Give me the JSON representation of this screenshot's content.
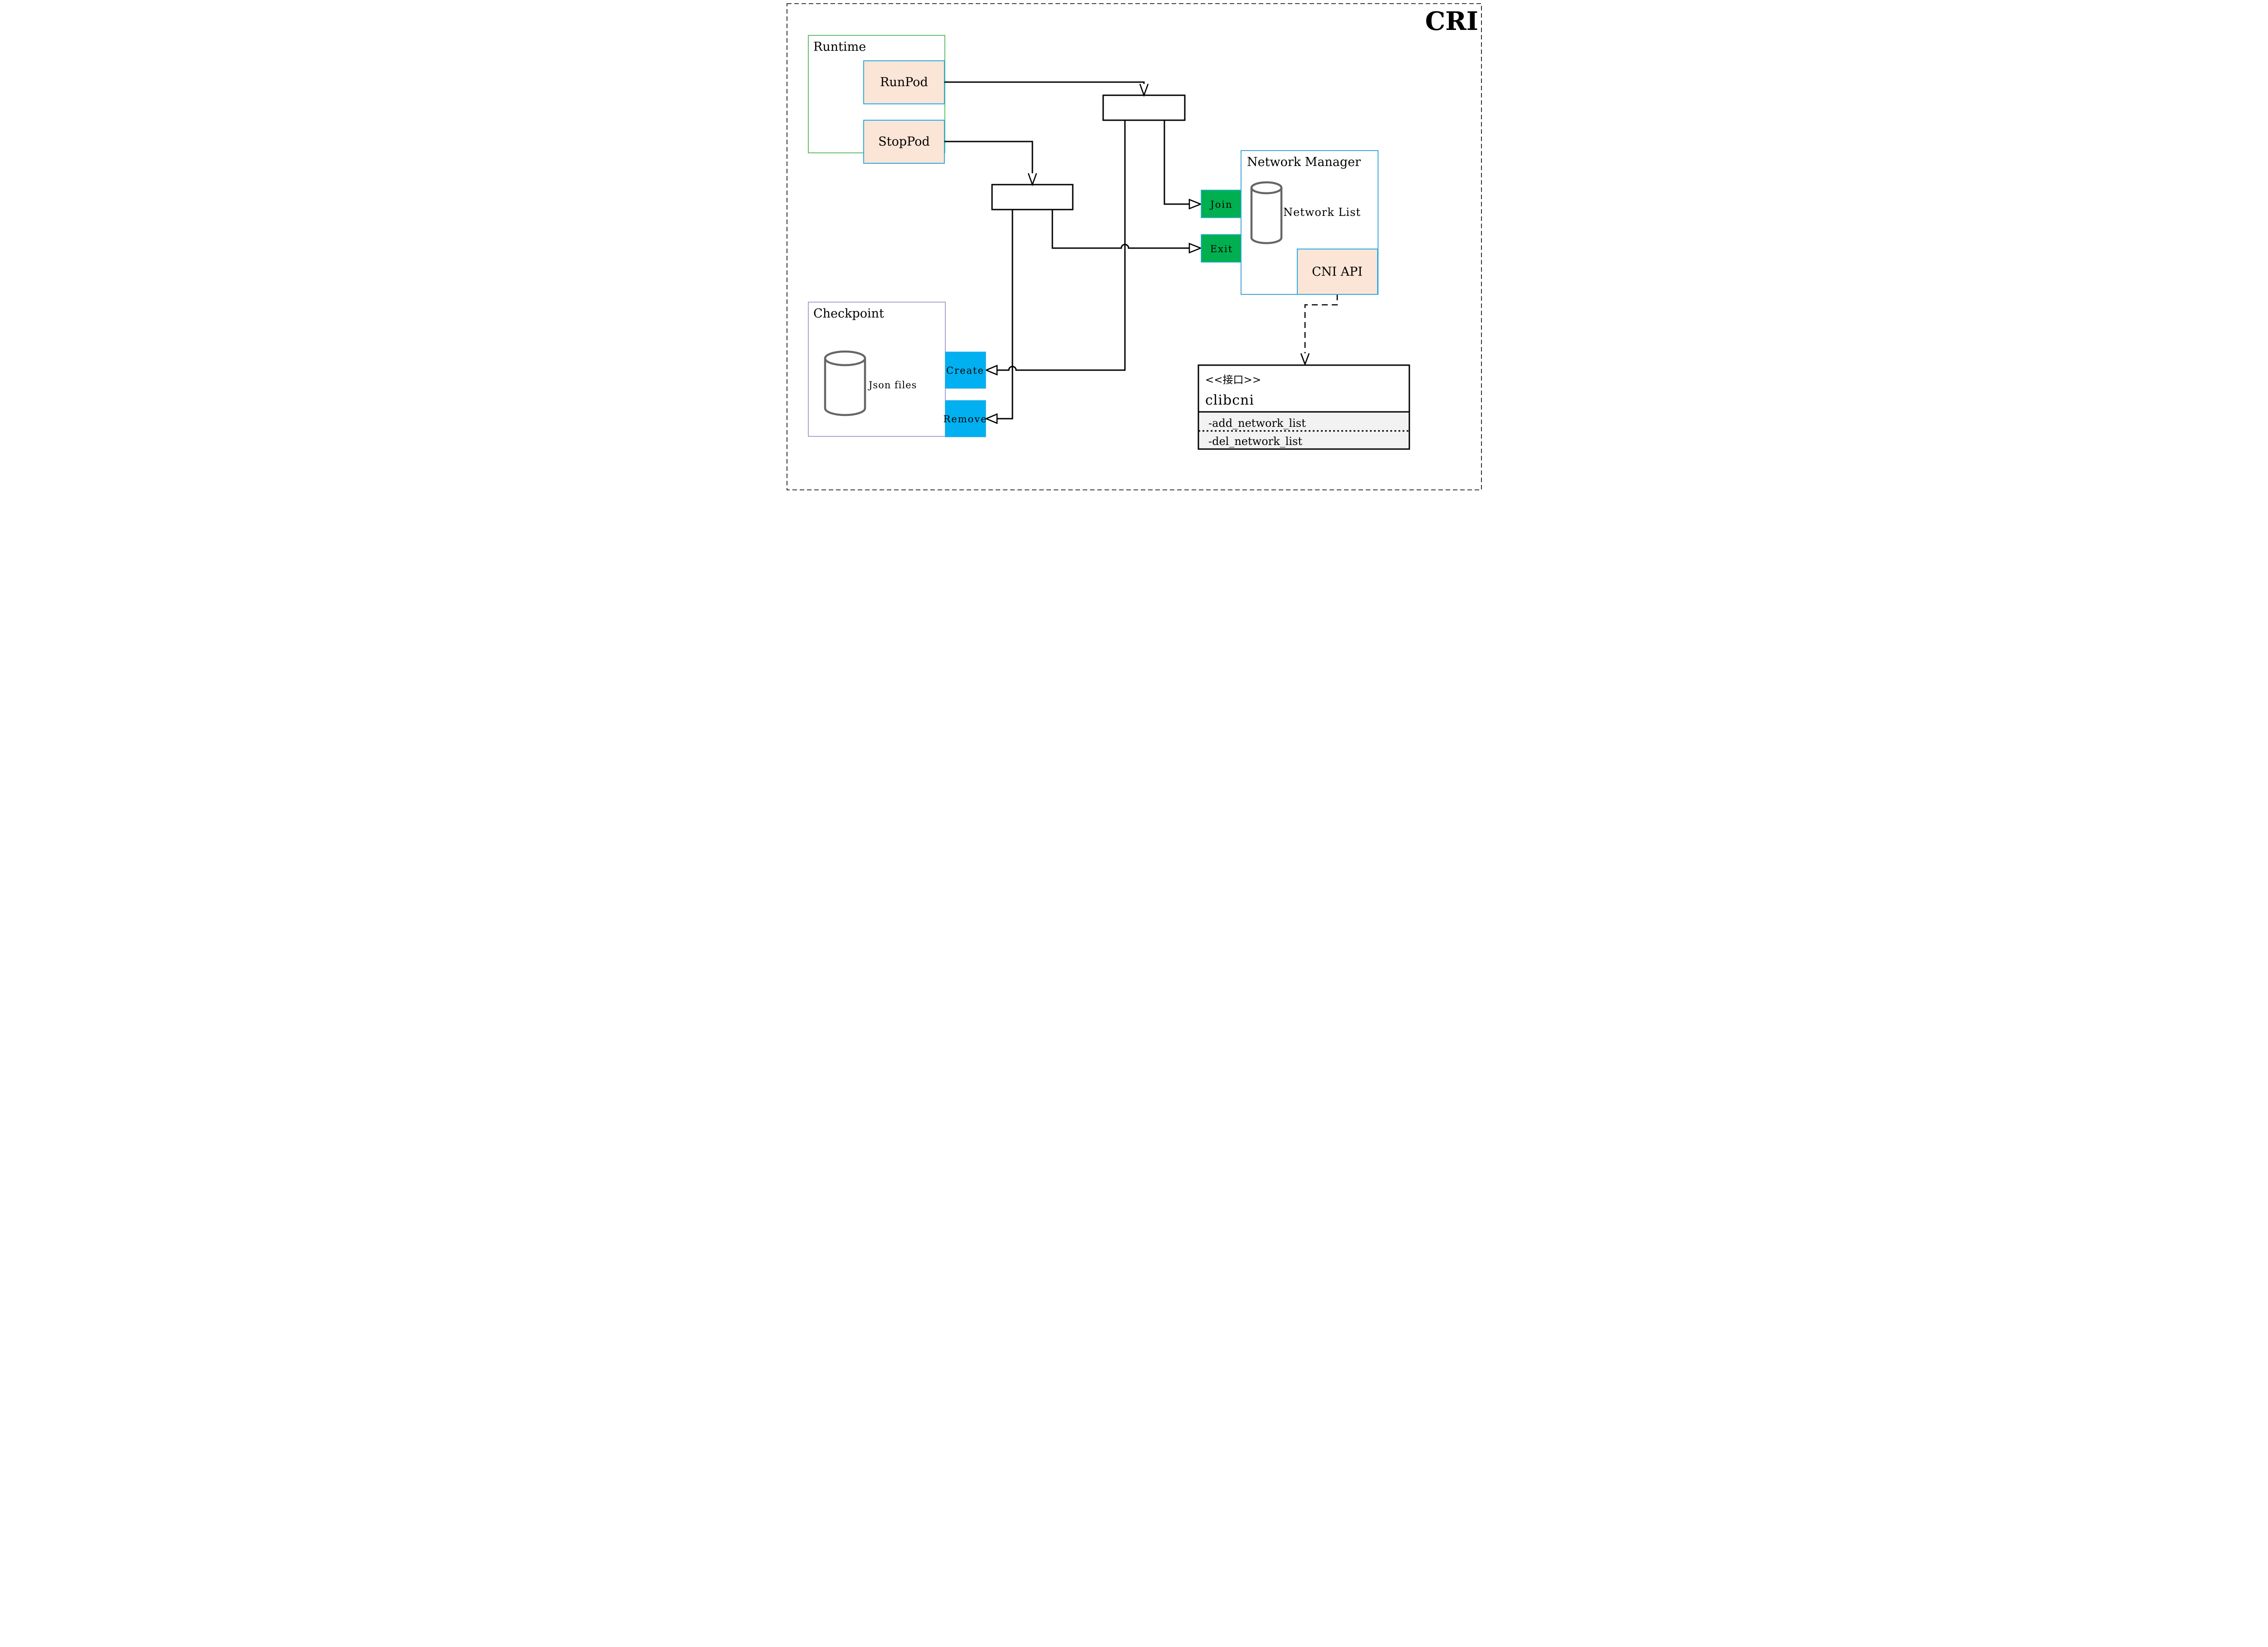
{
  "title": {
    "label": "CRI",
    "color": "#8a6a00"
  },
  "colors": {
    "background": "#ffffff",
    "line": "#000000",
    "method_fill": "#fbe5d6",
    "method_border": "#29abe2",
    "action_green": "#00b050",
    "action_cyan": "#00b0f0",
    "runtime_border": "#3fae49",
    "network_manager_border": "#2e9bd5",
    "checkpoint_border": "#9b8bc4",
    "cylinder_stroke": "#666666",
    "interface_row_bg": "#f2f2f2"
  },
  "runtime": {
    "label": "Runtime",
    "methods": [
      {
        "label": "RunPod"
      },
      {
        "label": "StopPod"
      }
    ]
  },
  "network_manager": {
    "label": "Network Manager",
    "datastore_label": "Network List",
    "actions": [
      {
        "label": "Join"
      },
      {
        "label": "Exit"
      }
    ],
    "api_label": "CNI API"
  },
  "checkpoint": {
    "label": "Checkpoint",
    "datastore_label": "Json files",
    "actions": [
      {
        "label": "Create"
      },
      {
        "label": "Remove"
      }
    ]
  },
  "cni_interface": {
    "stereotype": "<<接口>>",
    "name": "clibcni",
    "members": [
      {
        "label": "-add_network_list"
      },
      {
        "label": "-del_network_list"
      }
    ]
  }
}
